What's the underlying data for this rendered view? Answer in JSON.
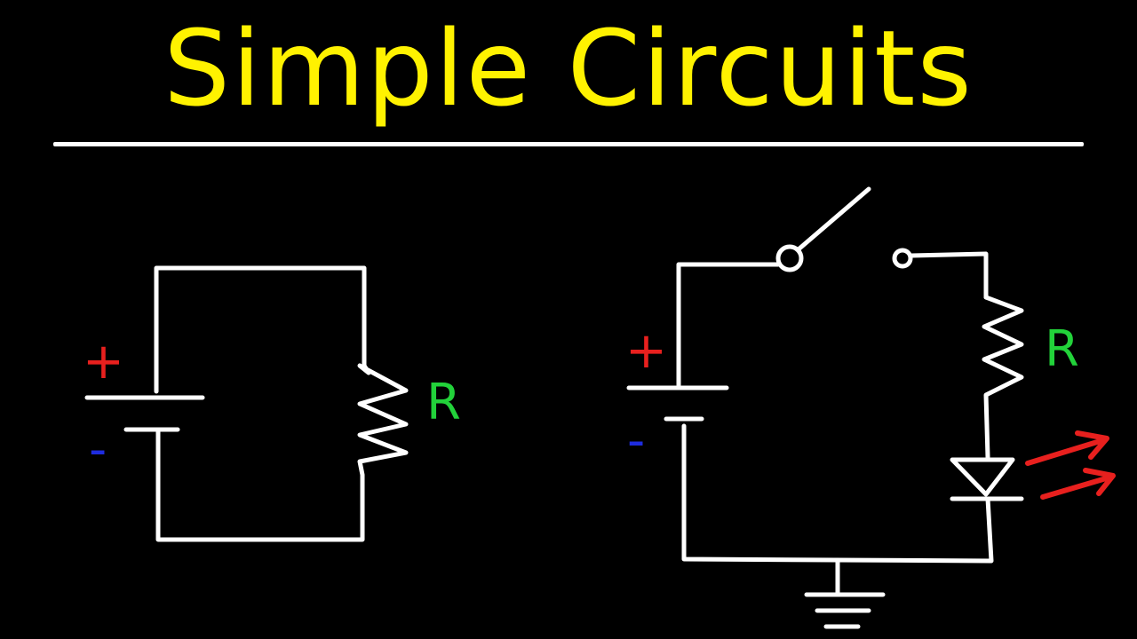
{
  "title": "Simple Circuits",
  "colors": {
    "background": "#000000",
    "title": "#FFF200",
    "wire": "#FFFFFF",
    "positive": "#E8201E",
    "negative": "#1E2CE0",
    "resistor_label": "#22D23A",
    "light_arrows": "#E8201E"
  },
  "circuit_left": {
    "components": [
      "battery",
      "resistor"
    ],
    "positive_sign": "+",
    "negative_sign": "-",
    "resistor_label": "R"
  },
  "circuit_right": {
    "components": [
      "battery",
      "switch",
      "resistor",
      "led",
      "ground"
    ],
    "positive_sign": "+",
    "negative_sign": "-",
    "resistor_label": "R"
  }
}
